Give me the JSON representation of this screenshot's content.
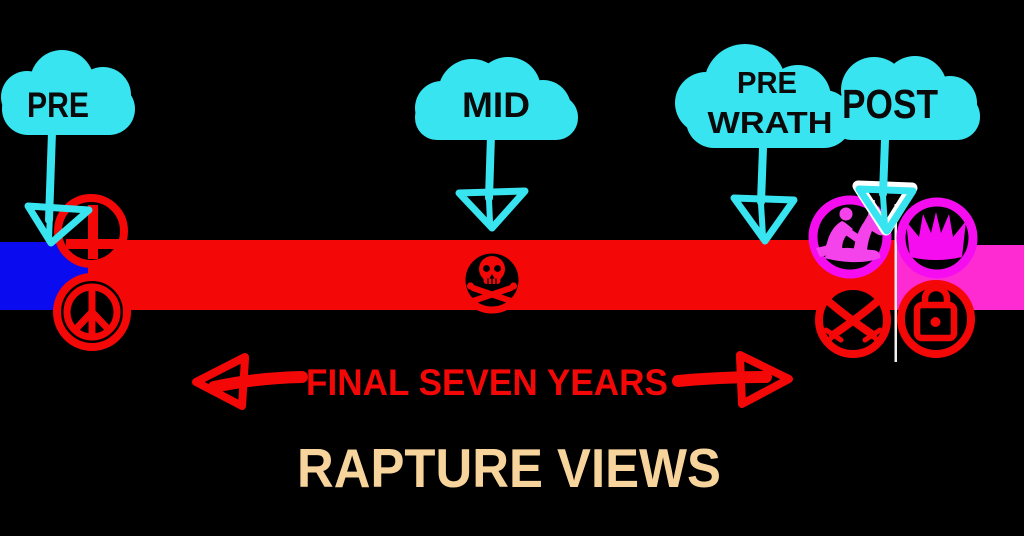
{
  "title": "RAPTURE VIEWS",
  "timeline": {
    "label": "FINAL SEVEN YEARS",
    "segments": [
      {
        "name": "church-age-left",
        "color": "#0b0bef"
      },
      {
        "name": "final-seven-years",
        "color": "#f30707"
      },
      {
        "name": "after-rapture-right",
        "color": "#ff2bd2"
      }
    ],
    "divider_color": "#f2efec"
  },
  "views": {
    "pre": {
      "label": "PRE"
    },
    "mid": {
      "label": "MID"
    },
    "prewrath": {
      "line1": "PRE",
      "line2": "WRATH"
    },
    "post": {
      "label": "POST"
    }
  },
  "icons": {
    "left_top": "inverted-cross-icon",
    "left_bottom": "peace-icon",
    "middle": "skull-crossbones-icon",
    "right_top_left": "horse-rider-icon",
    "right_top_right": "crown-icon",
    "right_bottom_left": "crossed-swords-icon",
    "right_bottom_right": "padlock-icon",
    "cloud_pointers": "down-arrow-icon",
    "span_pointers": "left-right-arrow-icons"
  },
  "colors": {
    "background": "#000000",
    "cloud": "#38e4ef",
    "cloud_text": "#0a0a0a",
    "red": "#f30707",
    "blue": "#0b0bef",
    "magenta_bar": "#ff2bd2",
    "magenta_ring": "#f50df0",
    "magenta_figure": "#f543ec",
    "white": "#f2efec",
    "cream": "#f7d49b"
  }
}
